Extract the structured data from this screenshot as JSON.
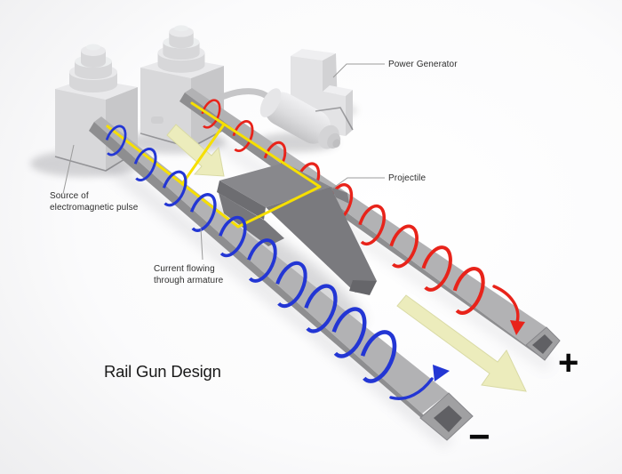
{
  "diagram": {
    "title": "Rail Gun Design",
    "callouts": {
      "power_generator": "Power Generator",
      "projectile": "Projectile",
      "source": [
        "Source of",
        "electromagnetic pulse"
      ],
      "current": [
        "Current flowing",
        "through armature"
      ]
    },
    "terminals": {
      "positive": "+",
      "negative": "−"
    },
    "colors": {
      "coil-red": "#e8231a",
      "coil-blue": "#2336d4",
      "current-yellow": "#f6df00",
      "arrow-cream": "#ececbc",
      "label-text": "#2d2d2d",
      "title-text": "#191919",
      "terminal-color": "#0a0a0a",
      "leader-color": "#9b9b9b"
    }
  }
}
